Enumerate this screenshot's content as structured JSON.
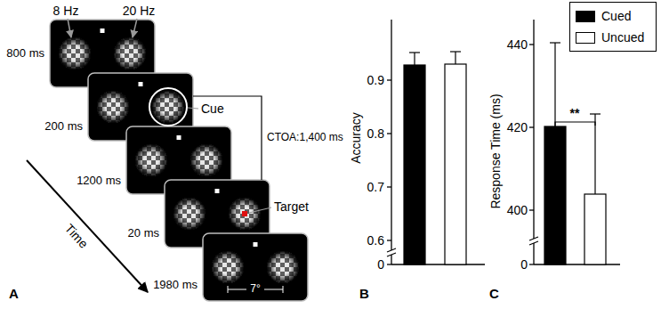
{
  "diagram": {
    "labels": [
      "8 Hz",
      "20 Hz",
      "800 ms",
      "Cue",
      "200 ms",
      "CTOA:1,400 ms",
      "1200 ms",
      "Target",
      "20 ms",
      "Time",
      "1980 ms",
      "7°",
      "A",
      "0.9",
      "0.8",
      "0.7",
      "0.6",
      "0",
      "Accuracy",
      "B",
      "440",
      "420",
      "400",
      "0",
      "Response Time (ms)",
      "**",
      "C"
    ],
    "legend": [
      {
        "text": "Cued",
        "color": "#000000"
      },
      {
        "text": "Uncued",
        "color": "#ffffff"
      }
    ]
  }
}
